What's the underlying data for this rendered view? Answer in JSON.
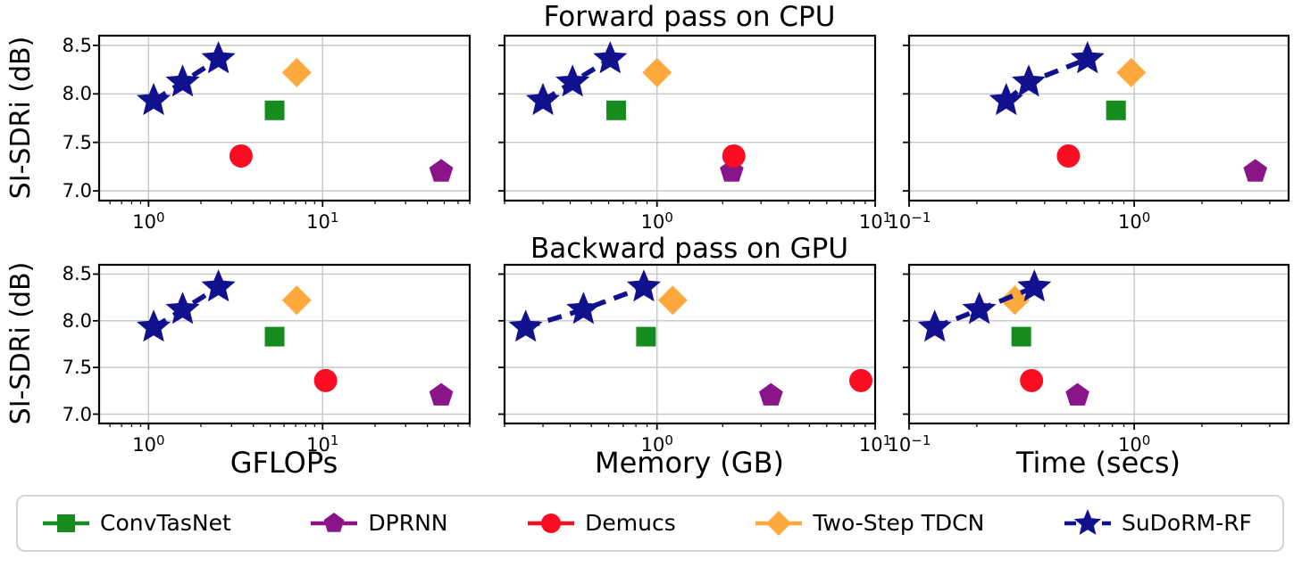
{
  "figure": {
    "titles": [
      "Forward pass on CPU",
      "Backward pass on GPU"
    ],
    "ylabel": "SI-SDRi (dB)",
    "ylim": [
      6.9,
      8.6
    ],
    "yticks": [
      7.0,
      7.5,
      8.0,
      8.5
    ],
    "ytick_labels": [
      "7.0",
      "7.5",
      "8.0",
      "8.5"
    ],
    "grid": true,
    "background": "#ffffff",
    "grid_color": "#c6c6c6",
    "spine_color": "#000000"
  },
  "legend": {
    "position": "bottom",
    "entries": [
      {
        "label": "ConvTasNet",
        "marker": "square",
        "color": "#178c1e",
        "line": "solid"
      },
      {
        "label": "DPRNN",
        "marker": "pentagon",
        "color": "#891589",
        "line": "solid"
      },
      {
        "label": "Demucs",
        "marker": "circle",
        "color": "#fb0d21",
        "line": "solid"
      },
      {
        "label": "Two-Step TDCN",
        "marker": "diamond",
        "color": "#ffa83e",
        "line": "solid"
      },
      {
        "label": "SuDoRM-RF",
        "marker": "star",
        "color": "#11118e",
        "line": "dashed"
      }
    ]
  },
  "chart_data": [
    {
      "type": "scatter",
      "row": 0,
      "col": 0,
      "xscale": "log",
      "xlabel": "",
      "xlim": [
        0.52,
        70
      ],
      "xticks": [
        {
          "v": 1,
          "label": "10^0"
        },
        {
          "v": 10,
          "label": "10^1"
        }
      ],
      "series": [
        {
          "name": "ConvTasNet",
          "x": [
            5.3
          ],
          "y": [
            7.83
          ]
        },
        {
          "name": "DPRNN",
          "x": [
            48
          ],
          "y": [
            7.2
          ]
        },
        {
          "name": "Demucs",
          "x": [
            3.4
          ],
          "y": [
            7.36
          ]
        },
        {
          "name": "Two-Step TDCN",
          "x": [
            7.1
          ],
          "y": [
            8.22
          ]
        },
        {
          "name": "SuDoRM-RF",
          "x": [
            1.07,
            1.57,
            2.52
          ],
          "y": [
            7.93,
            8.12,
            8.36
          ]
        }
      ]
    },
    {
      "type": "scatter",
      "row": 0,
      "col": 1,
      "xscale": "log",
      "xlabel": "",
      "xlim": [
        0.2,
        10
      ],
      "xticks": [
        {
          "v": 1,
          "label": "10^0"
        },
        {
          "v": 10,
          "label": "10^1"
        }
      ],
      "series": [
        {
          "name": "ConvTasNet",
          "x": [
            0.65
          ],
          "y": [
            7.83
          ]
        },
        {
          "name": "DPRNN",
          "x": [
            2.2
          ],
          "y": [
            7.2
          ]
        },
        {
          "name": "Demucs",
          "x": [
            2.25
          ],
          "y": [
            7.36
          ]
        },
        {
          "name": "Two-Step TDCN",
          "x": [
            1.0
          ],
          "y": [
            8.22
          ]
        },
        {
          "name": "SuDoRM-RF",
          "x": [
            0.3,
            0.41,
            0.61
          ],
          "y": [
            7.93,
            8.12,
            8.36
          ]
        }
      ]
    },
    {
      "type": "scatter",
      "row": 0,
      "col": 2,
      "xscale": "log",
      "xlabel": "",
      "xlim": [
        0.1,
        4.85
      ],
      "xticks": [
        {
          "v": 0.1,
          "label": "10^−1"
        },
        {
          "v": 1,
          "label": "10^0"
        }
      ],
      "series": [
        {
          "name": "ConvTasNet",
          "x": [
            0.83
          ],
          "y": [
            7.83
          ]
        },
        {
          "name": "DPRNN",
          "x": [
            3.45
          ],
          "y": [
            7.2
          ]
        },
        {
          "name": "Demucs",
          "x": [
            0.51
          ],
          "y": [
            7.36
          ]
        },
        {
          "name": "Two-Step TDCN",
          "x": [
            0.97
          ],
          "y": [
            8.22
          ]
        },
        {
          "name": "SuDoRM-RF",
          "x": [
            0.27,
            0.34,
            0.62
          ],
          "y": [
            7.93,
            8.12,
            8.36
          ]
        }
      ]
    },
    {
      "type": "scatter",
      "row": 1,
      "col": 0,
      "xscale": "log",
      "xlabel": "GFLOPs",
      "xlim": [
        0.52,
        70
      ],
      "xticks": [
        {
          "v": 1,
          "label": "10^0"
        },
        {
          "v": 10,
          "label": "10^1"
        }
      ],
      "series": [
        {
          "name": "ConvTasNet",
          "x": [
            5.3
          ],
          "y": [
            7.83
          ]
        },
        {
          "name": "DPRNN",
          "x": [
            48
          ],
          "y": [
            7.2
          ]
        },
        {
          "name": "Demucs",
          "x": [
            10.4
          ],
          "y": [
            7.36
          ]
        },
        {
          "name": "Two-Step TDCN",
          "x": [
            7.1
          ],
          "y": [
            8.22
          ]
        },
        {
          "name": "SuDoRM-RF",
          "x": [
            1.07,
            1.57,
            2.52
          ],
          "y": [
            7.93,
            8.12,
            8.36
          ]
        }
      ]
    },
    {
      "type": "scatter",
      "row": 1,
      "col": 1,
      "xscale": "log",
      "xlabel": "Memory (GB)",
      "xlim": [
        0.2,
        10
      ],
      "xticks": [
        {
          "v": 1,
          "label": "10^0"
        },
        {
          "v": 10,
          "label": "10^1"
        }
      ],
      "series": [
        {
          "name": "ConvTasNet",
          "x": [
            0.89
          ],
          "y": [
            7.83
          ]
        },
        {
          "name": "DPRNN",
          "x": [
            3.33
          ],
          "y": [
            7.2
          ]
        },
        {
          "name": "Demucs",
          "x": [
            8.6
          ],
          "y": [
            7.36
          ]
        },
        {
          "name": "Two-Step TDCN",
          "x": [
            1.18
          ],
          "y": [
            8.22
          ]
        },
        {
          "name": "SuDoRM-RF",
          "x": [
            0.25,
            0.46,
            0.87
          ],
          "y": [
            7.93,
            8.12,
            8.36
          ]
        }
      ]
    },
    {
      "type": "scatter",
      "row": 1,
      "col": 2,
      "xscale": "log",
      "xlabel": "Time (secs)",
      "xlim": [
        0.1,
        4.85
      ],
      "xticks": [
        {
          "v": 0.1,
          "label": "10^−1"
        },
        {
          "v": 1,
          "label": "10^0"
        }
      ],
      "series": [
        {
          "name": "ConvTasNet",
          "x": [
            0.315
          ],
          "y": [
            7.83
          ]
        },
        {
          "name": "DPRNN",
          "x": [
            0.56
          ],
          "y": [
            7.2
          ]
        },
        {
          "name": "Demucs",
          "x": [
            0.35
          ],
          "y": [
            7.36
          ]
        },
        {
          "name": "Two-Step TDCN",
          "x": [
            0.295
          ],
          "y": [
            8.22
          ]
        },
        {
          "name": "SuDoRM-RF",
          "x": [
            0.13,
            0.205,
            0.36
          ],
          "y": [
            7.93,
            8.12,
            8.36
          ]
        }
      ]
    }
  ]
}
